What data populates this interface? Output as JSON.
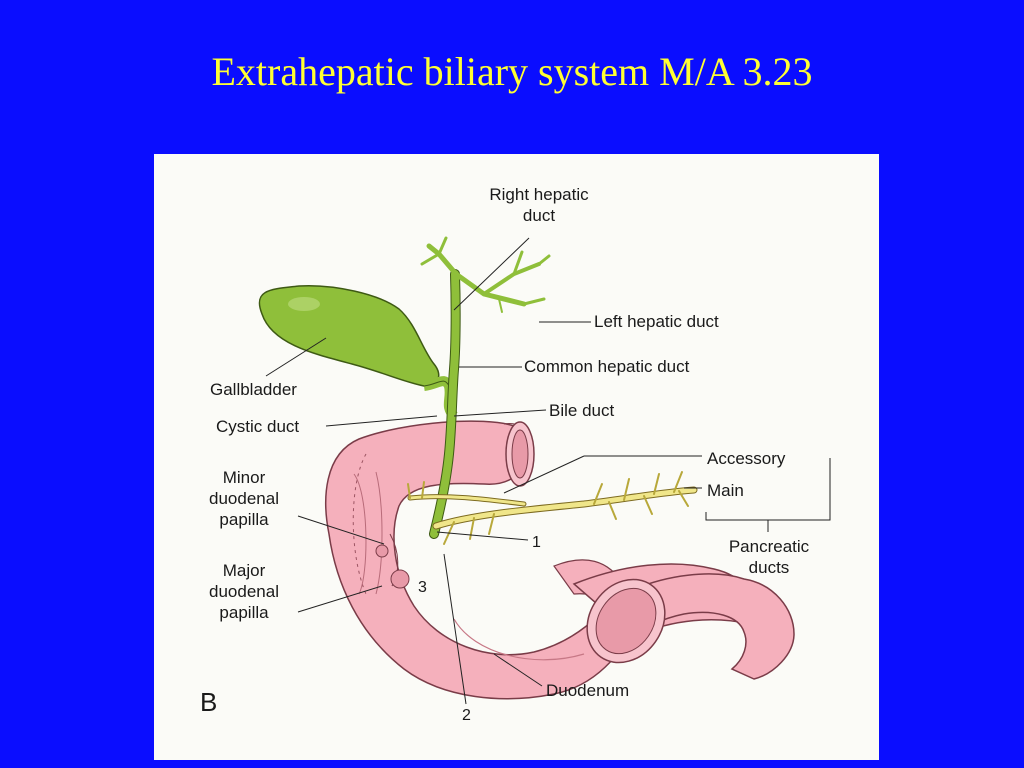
{
  "slide": {
    "title": "Extrahepatic biliary system M/A 3.23"
  },
  "figure": {
    "panel_letter": "B",
    "labels": {
      "right_hepatic_duct": "Right hepatic\nduct",
      "left_hepatic_duct": "Left hepatic duct",
      "common_hepatic_duct": "Common hepatic duct",
      "bile_duct": "Bile duct",
      "gallbladder": "Gallbladder",
      "cystic_duct": "Cystic duct",
      "accessory": "Accessory",
      "main": "Main",
      "pancreatic_ducts": "Pancreatic\nducts",
      "minor_duodenal_papilla": "Minor\nduodenal\npapilla",
      "major_duodenal_papilla": "Major\nduodenal\npapilla",
      "duodenum": "Duodenum",
      "marker_1": "1",
      "marker_2": "2",
      "marker_3": "3"
    },
    "colors": {
      "duct_green": "#8fbf3a",
      "duodenum_pink": "#f5b0bc",
      "pancreatic_yellow": "#f0e68a"
    }
  }
}
